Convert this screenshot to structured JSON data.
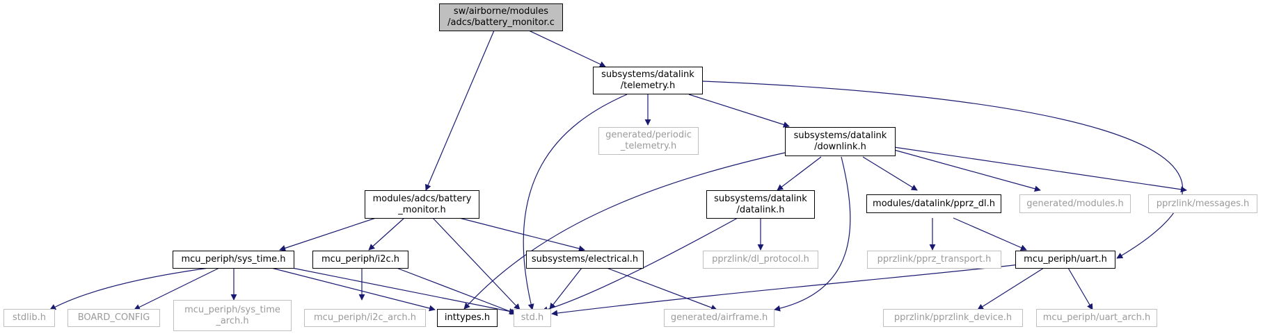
{
  "colors": {
    "edge": "#191970",
    "root_fill": "#bfbfbf",
    "documented_border": "#000000",
    "undocumented_border": "#bfbfbf",
    "undocumented_text": "#9a9a9a"
  },
  "nodes": {
    "root": "sw/airborne/modules\n/adcs/battery_monitor.c",
    "telemetry": "subsystems/datalink\n/telemetry.h",
    "periodic": "generated/periodic\n_telemetry.h",
    "downlink": "subsystems/datalink\n/downlink.h",
    "battery_h": "modules/adcs/battery\n_monitor.h",
    "datalink_h": "subsystems/datalink\n/datalink.h",
    "pprz_dl": "modules/datalink/pprz_dl.h",
    "gen_modules": "generated/modules.h",
    "messages": "pprzlink/messages.h",
    "sys_time": "mcu_periph/sys_time.h",
    "i2c": "mcu_periph/i2c.h",
    "electrical": "subsystems/electrical.h",
    "dl_protocol": "pprzlink/dl_protocol.h",
    "pprz_transport": "pprzlink/pprz_transport.h",
    "uart": "mcu_periph/uart.h",
    "stdlib": "stdlib.h",
    "board_config": "BOARD_CONFIG",
    "sys_time_arch": "mcu_periph/sys_time\n_arch.h",
    "i2c_arch": "mcu_periph/i2c_arch.h",
    "inttypes": "inttypes.h",
    "std": "std.h",
    "airframe": "generated/airframe.h",
    "pprzlink_device": "pprzlink/pprzlink_device.h",
    "uart_arch": "mcu_periph/uart_arch.h"
  }
}
